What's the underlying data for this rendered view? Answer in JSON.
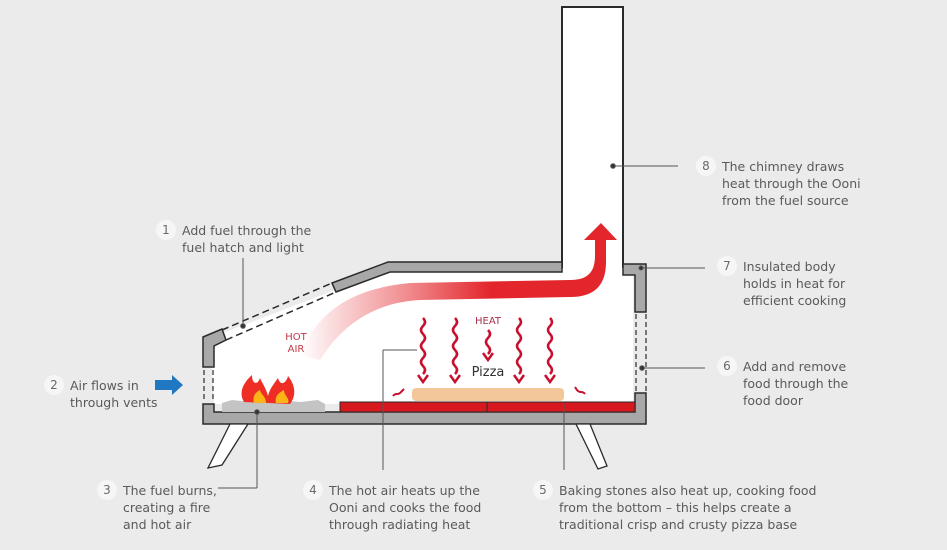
{
  "diagram": {
    "subject": "Ooni pizza oven cross-section",
    "labels": {
      "hot_air": "HOT\nAIR",
      "hot_air_line1": "HOT",
      "hot_air_line2": "AIR",
      "heat": "HEAT",
      "pizza": "Pizza"
    },
    "colors": {
      "background": "#ebebeb",
      "oven_interior": "#ffffff",
      "wall": "#a8a8a8",
      "outline": "#2a2a2a",
      "hot_air": "#e3262b",
      "baking_stone": "#d7191f",
      "pizza": "#f4c79a",
      "flame_outer": "#ee2e24",
      "flame_inner": "#fbb316",
      "air_arrow": "#1f78c1",
      "text": "#5a5a5a",
      "heat_label": "#a8324a"
    }
  },
  "callouts": [
    {
      "number": "1",
      "text": "Add fuel through the\nfuel hatch and light"
    },
    {
      "number": "2",
      "text": "Air flows in\nthrough vents"
    },
    {
      "number": "3",
      "text": "The fuel burns,\ncreating a fire\nand hot air"
    },
    {
      "number": "4",
      "text": "The hot air heats up the\nOoni and cooks  the food\nthrough radiating heat"
    },
    {
      "number": "5",
      "text": "Baking stones also heat up, cooking food\nfrom the bottom – this helps create a\ntraditional crisp and crusty pizza base"
    },
    {
      "number": "6",
      "text": "Add and remove\nfood through the\nfood door"
    },
    {
      "number": "7",
      "text": "Insulated body\nholds in heat for\nefficient cooking"
    },
    {
      "number": "8",
      "text": "The chimney draws\nheat through the Ooni\nfrom the fuel source"
    }
  ]
}
